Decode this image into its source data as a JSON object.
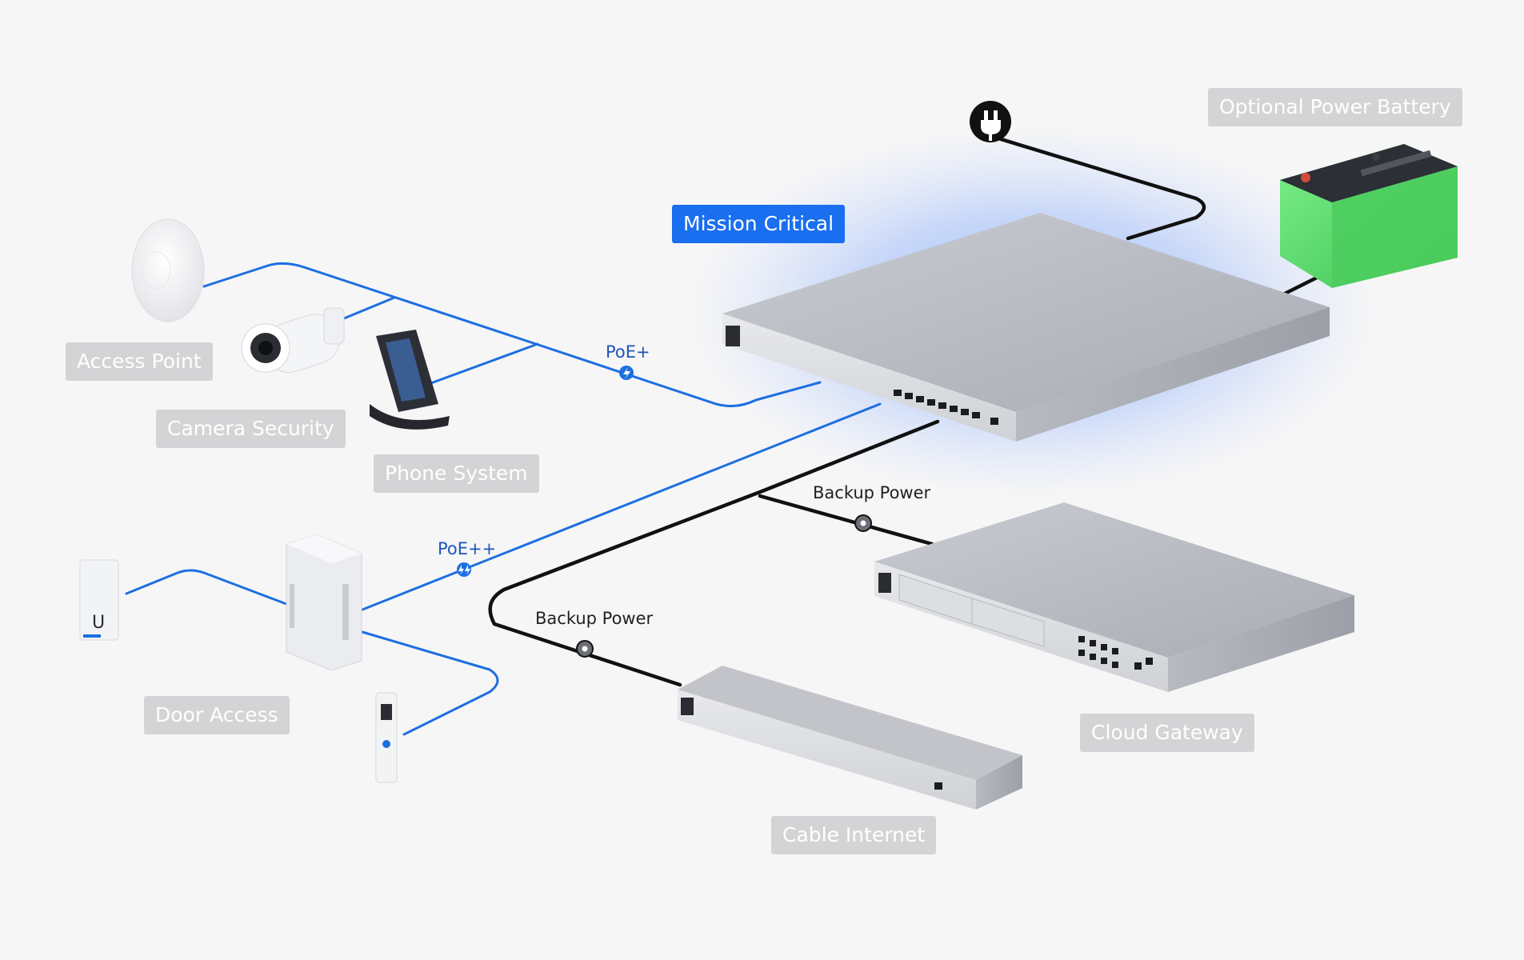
{
  "labels": {
    "optional_power_battery": "Optional Power Battery",
    "mission_critical": "Mission Critical",
    "access_point": "Access Point",
    "camera_security": "Camera Security",
    "phone_system": "Phone System",
    "door_access": "Door Access",
    "cloud_gateway": "Cloud Gateway",
    "cable_internet": "Cable Internet"
  },
  "link_labels": {
    "poe_plus": "PoE+",
    "poe_plus_plus": "PoE++",
    "backup_power_gateway": "Backup Power",
    "backup_power_internet": "Backup Power"
  },
  "colors": {
    "background": "#f6f6f7",
    "tag": "#d4d4d6",
    "accent": "#1a6ef0",
    "data_link": "#1d6fe0",
    "power_link": "#111111",
    "battery_green": "#5fe070"
  },
  "icons": {
    "power_plug": "power-plug-icon",
    "poe_bolt": "lightning-bolt-icon",
    "backup_power_node": "power-node-icon"
  }
}
